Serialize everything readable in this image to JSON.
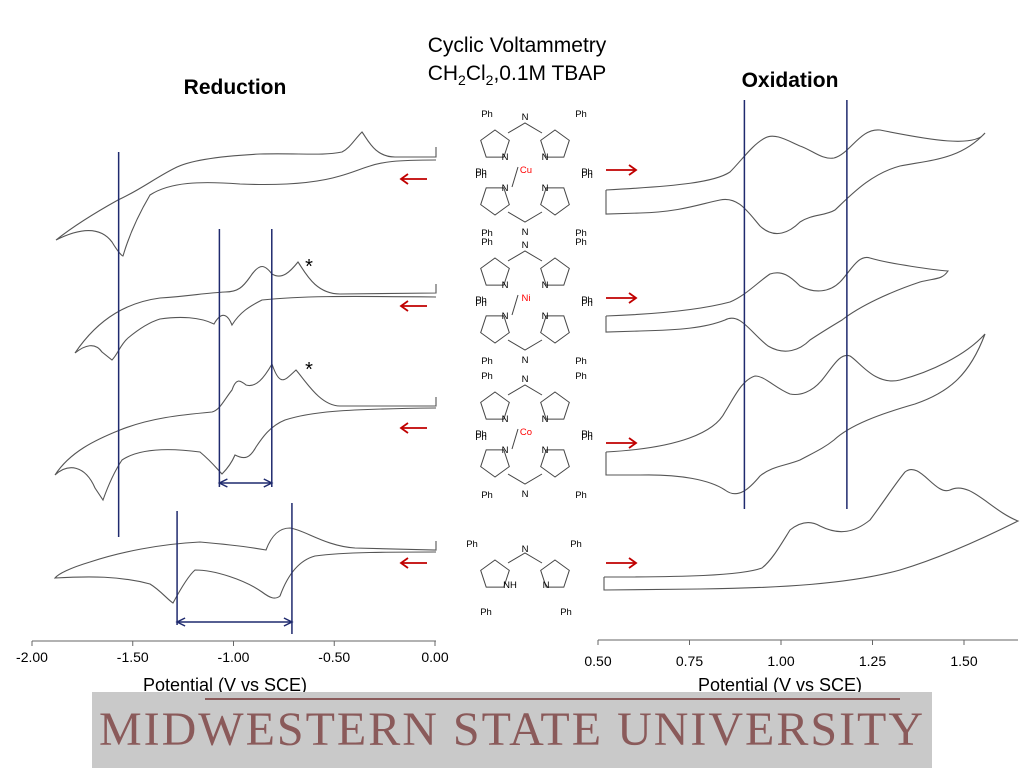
{
  "slide": {
    "title_line1": "Cyclic Voltammetry",
    "title_line2_prefix": "CH",
    "title_line2_sub1": "2",
    "title_line2_mid": "Cl",
    "title_line2_sub2": "2",
    "title_line2_suffix": ",0.1M TBAP",
    "banner": "MIDWESTERN STATE UNIVERSITY"
  },
  "colors": {
    "trace": "#555555",
    "marker": "#1f2a6e",
    "arrow": "#c00000",
    "metal": "#ff0000",
    "banner_bg": "#c9c9c9",
    "banner_text": "#8a5a5a"
  },
  "chart_data": [
    {
      "type": "line",
      "title": "Reduction",
      "xlabel": "Potential (V vs SCE)",
      "xlim": [
        -2.0,
        0.0
      ],
      "xticks": [
        "-2.00",
        "-1.50",
        "-1.00",
        "-0.50",
        "0.00"
      ],
      "xtick_values": [
        -2.0,
        -1.5,
        -1.0,
        -0.5,
        0.0
      ],
      "scan_arrow": "left",
      "series": [
        {
          "peaks_cathodic": [
            -1.55,
            -0.42
          ],
          "peaks_anodic": [
            -1.02,
            -0.35
          ],
          "marker_lines": [
            -1.57
          ]
        },
        {
          "peaks_cathodic": [
            -1.6,
            -1.0,
            -0.78
          ],
          "peaks_anodic": [
            -1.05,
            -0.8,
            -0.68
          ],
          "marker_lines": [
            -1.07,
            -0.81
          ],
          "annotation": "*"
        },
        {
          "peaks_cathodic": [
            -1.62,
            -1.05,
            -0.9
          ],
          "peaks_anodic": [
            -1.0,
            -0.81,
            -0.62
          ],
          "marker_lines": [
            -1.07,
            -0.81
          ],
          "annotation": "*"
        },
        {
          "peaks_cathodic": [
            -1.3,
            -0.76
          ],
          "peaks_anodic": [
            -1.22,
            -0.7
          ],
          "marker_lines": [
            -1.28,
            -0.71
          ]
        }
      ]
    },
    {
      "type": "line",
      "title": "Oxidation",
      "xlabel": "Potential (V vs SCE)",
      "xlim": [
        0.5,
        1.65
      ],
      "xticks": [
        "0.50",
        "0.75",
        "1.00",
        "1.25",
        "1.50"
      ],
      "xtick_values": [
        0.5,
        0.75,
        1.0,
        1.25,
        1.5
      ],
      "scan_arrow": "right",
      "marker_lines": [
        0.9,
        1.18
      ],
      "series": [
        {
          "peaks_anodic": [
            0.96,
            1.22
          ],
          "peaks_cathodic": [
            0.9,
            1.14
          ]
        },
        {
          "peaks_anodic": [
            0.98,
            1.22
          ],
          "peaks_cathodic": [
            0.9,
            1.16
          ]
        },
        {
          "peaks_anodic": [
            0.95,
            1.21
          ],
          "peaks_cathodic": [
            0.87,
            1.12
          ]
        },
        {
          "peaks_anodic": [
            1.05,
            1.4
          ],
          "peaks_cathodic": []
        }
      ]
    }
  ],
  "structures": {
    "ph": "Ph",
    "n": "N",
    "nh": "NH",
    "metals": [
      "Cu",
      "Ni",
      "Co"
    ]
  }
}
